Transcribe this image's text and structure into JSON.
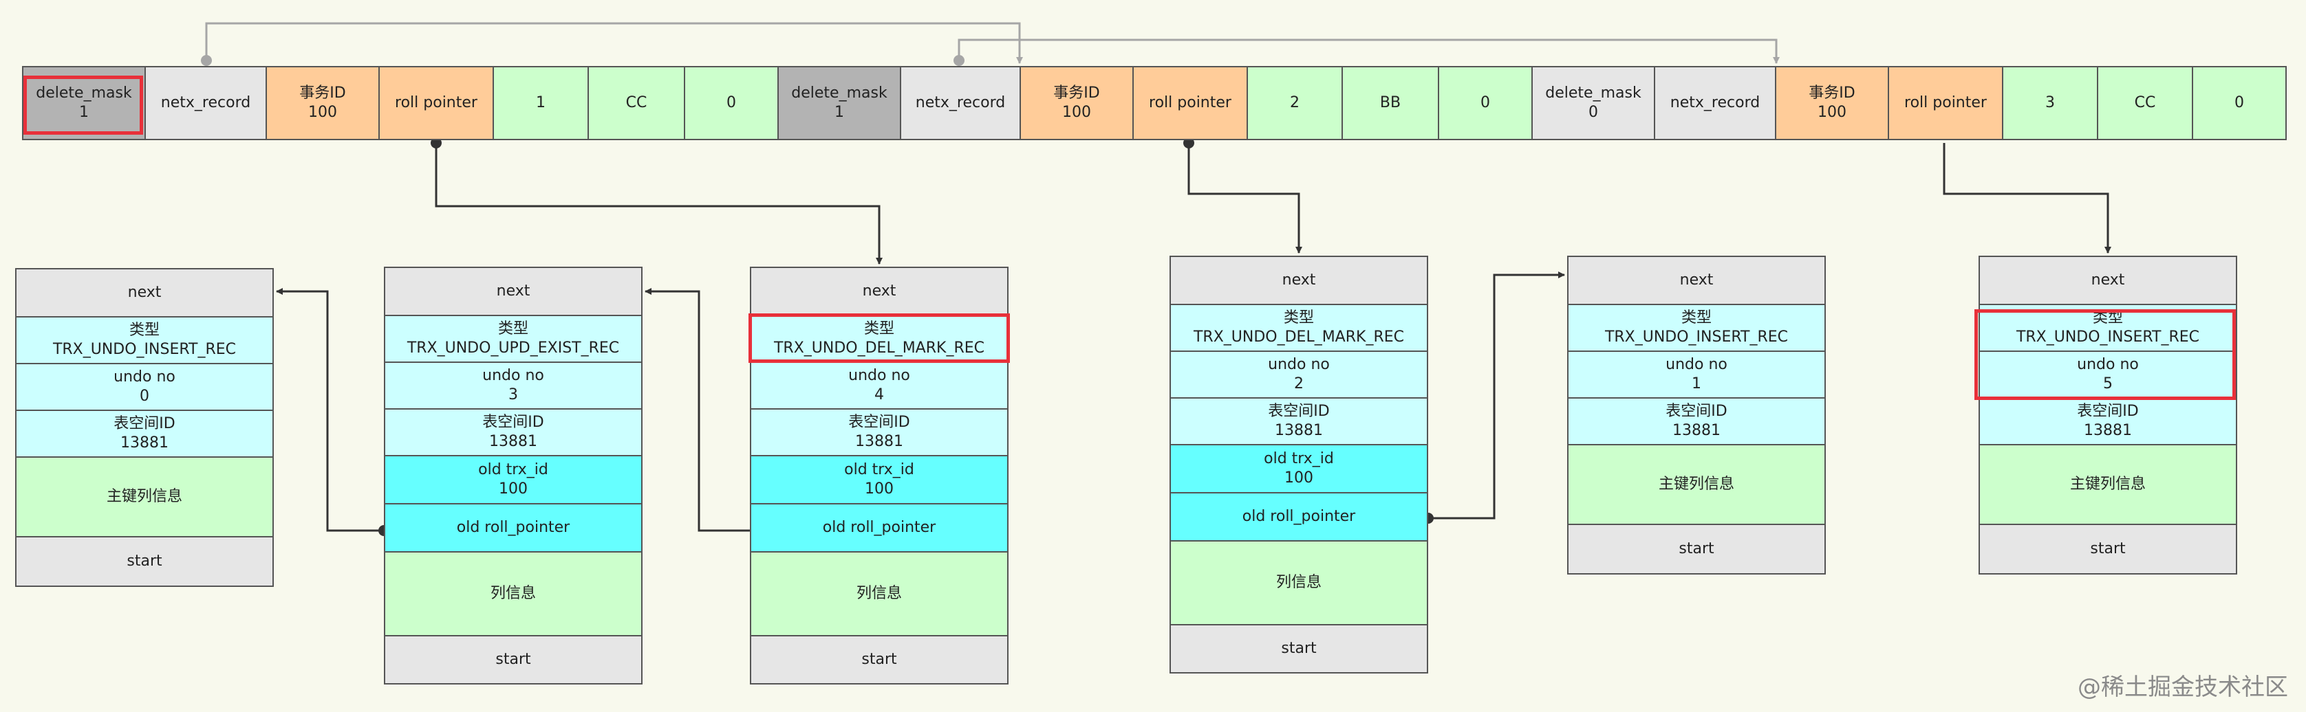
{
  "record_row": [
    {
      "lines": [
        "delete_mask",
        "1"
      ],
      "kind": "dm"
    },
    {
      "lines": [
        "netx_record"
      ],
      "kind": "nr"
    },
    {
      "lines": [
        "事务ID",
        "100"
      ],
      "kind": "tx"
    },
    {
      "lines": [
        "roll pointer"
      ],
      "kind": "rp"
    },
    {
      "lines": [
        "1"
      ],
      "kind": "val"
    },
    {
      "lines": [
        "CC"
      ],
      "kind": "val"
    },
    {
      "lines": [
        "0"
      ],
      "kind": "val"
    },
    {
      "lines": [
        "delete_mask",
        "1"
      ],
      "kind": "dm"
    },
    {
      "lines": [
        "netx_record"
      ],
      "kind": "nr"
    },
    {
      "lines": [
        "事务ID",
        "100"
      ],
      "kind": "tx"
    },
    {
      "lines": [
        "roll pointer"
      ],
      "kind": "rp"
    },
    {
      "lines": [
        "2"
      ],
      "kind": "val"
    },
    {
      "lines": [
        "BB"
      ],
      "kind": "val"
    },
    {
      "lines": [
        "0"
      ],
      "kind": "val"
    },
    {
      "lines": [
        "delete_mask",
        "0"
      ],
      "kind": "nr"
    },
    {
      "lines": [
        "netx_record"
      ],
      "kind": "nr"
    },
    {
      "lines": [
        "事务ID",
        "100"
      ],
      "kind": "tx"
    },
    {
      "lines": [
        "roll pointer"
      ],
      "kind": "rp"
    },
    {
      "lines": [
        "3"
      ],
      "kind": "val"
    },
    {
      "lines": [
        "CC"
      ],
      "kind": "val"
    },
    {
      "lines": [
        "0"
      ],
      "kind": "val"
    }
  ],
  "undo_logs": [
    {
      "cells": [
        {
          "lines": [
            "next"
          ],
          "kind": "g"
        },
        {
          "lines": [
            "类型",
            "TRX_UNDO_INSERT_REC"
          ],
          "kind": "c"
        },
        {
          "lines": [
            "undo no",
            "0"
          ],
          "kind": "c"
        },
        {
          "lines": [
            "表空间ID",
            "13881"
          ],
          "kind": "c"
        },
        {
          "lines": [
            "主键列信息"
          ],
          "kind": "lg"
        },
        {
          "lines": [
            "start"
          ],
          "kind": "g"
        }
      ]
    },
    {
      "cells": [
        {
          "lines": [
            "next"
          ],
          "kind": "g"
        },
        {
          "lines": [
            "类型",
            "TRX_UNDO_UPD_EXIST_REC"
          ],
          "kind": "c"
        },
        {
          "lines": [
            "undo no",
            "3"
          ],
          "kind": "c"
        },
        {
          "lines": [
            "表空间ID",
            "13881"
          ],
          "kind": "c"
        },
        {
          "lines": [
            "old trx_id",
            "100"
          ],
          "kind": "cc"
        },
        {
          "lines": [
            "old roll_pointer"
          ],
          "kind": "cc"
        },
        {
          "lines": [
            "列信息"
          ],
          "kind": "lg"
        },
        {
          "lines": [
            "start"
          ],
          "kind": "g"
        }
      ]
    },
    {
      "cells": [
        {
          "lines": [
            "next"
          ],
          "kind": "g"
        },
        {
          "lines": [
            "类型",
            "TRX_UNDO_DEL_MARK_REC"
          ],
          "kind": "c"
        },
        {
          "lines": [
            "undo no",
            "4"
          ],
          "kind": "c"
        },
        {
          "lines": [
            "表空间ID",
            "13881"
          ],
          "kind": "c"
        },
        {
          "lines": [
            "old trx_id",
            "100"
          ],
          "kind": "cc"
        },
        {
          "lines": [
            "old roll_pointer"
          ],
          "kind": "cc"
        },
        {
          "lines": [
            "列信息"
          ],
          "kind": "lg"
        },
        {
          "lines": [
            "start"
          ],
          "kind": "g"
        }
      ]
    },
    {
      "cells": [
        {
          "lines": [
            "next"
          ],
          "kind": "g"
        },
        {
          "lines": [
            "类型",
            "TRX_UNDO_DEL_MARK_REC"
          ],
          "kind": "c"
        },
        {
          "lines": [
            "undo no",
            "2"
          ],
          "kind": "c"
        },
        {
          "lines": [
            "表空间ID",
            "13881"
          ],
          "kind": "c"
        },
        {
          "lines": [
            "old trx_id",
            "100"
          ],
          "kind": "cc"
        },
        {
          "lines": [
            "old roll_pointer"
          ],
          "kind": "cc"
        },
        {
          "lines": [
            "列信息"
          ],
          "kind": "lg"
        },
        {
          "lines": [
            "start"
          ],
          "kind": "g"
        }
      ]
    },
    {
      "cells": [
        {
          "lines": [
            "next"
          ],
          "kind": "g"
        },
        {
          "lines": [
            "类型",
            "TRX_UNDO_INSERT_REC"
          ],
          "kind": "c"
        },
        {
          "lines": [
            "undo no",
            "1"
          ],
          "kind": "c"
        },
        {
          "lines": [
            "表空间ID",
            "13881"
          ],
          "kind": "c"
        },
        {
          "lines": [
            "主键列信息"
          ],
          "kind": "lg"
        },
        {
          "lines": [
            "start"
          ],
          "kind": "g"
        }
      ]
    },
    {
      "cells": [
        {
          "lines": [
            "next"
          ],
          "kind": "g"
        },
        {
          "lines": [
            "类型",
            "TRX_UNDO_INSERT_REC"
          ],
          "kind": "c"
        },
        {
          "lines": [
            "undo no",
            "5"
          ],
          "kind": "c"
        },
        {
          "lines": [
            "表空间ID",
            "13881"
          ],
          "kind": "c"
        },
        {
          "lines": [
            "主键列信息"
          ],
          "kind": "lg"
        },
        {
          "lines": [
            "start"
          ],
          "kind": "g"
        }
      ]
    }
  ],
  "watermark": "@稀土掘金技术社区",
  "colors": {
    "background": "#f8f9ed",
    "highlight": "#e8303a",
    "connector": "#333333",
    "next_record_link": "#a6a6a6"
  }
}
